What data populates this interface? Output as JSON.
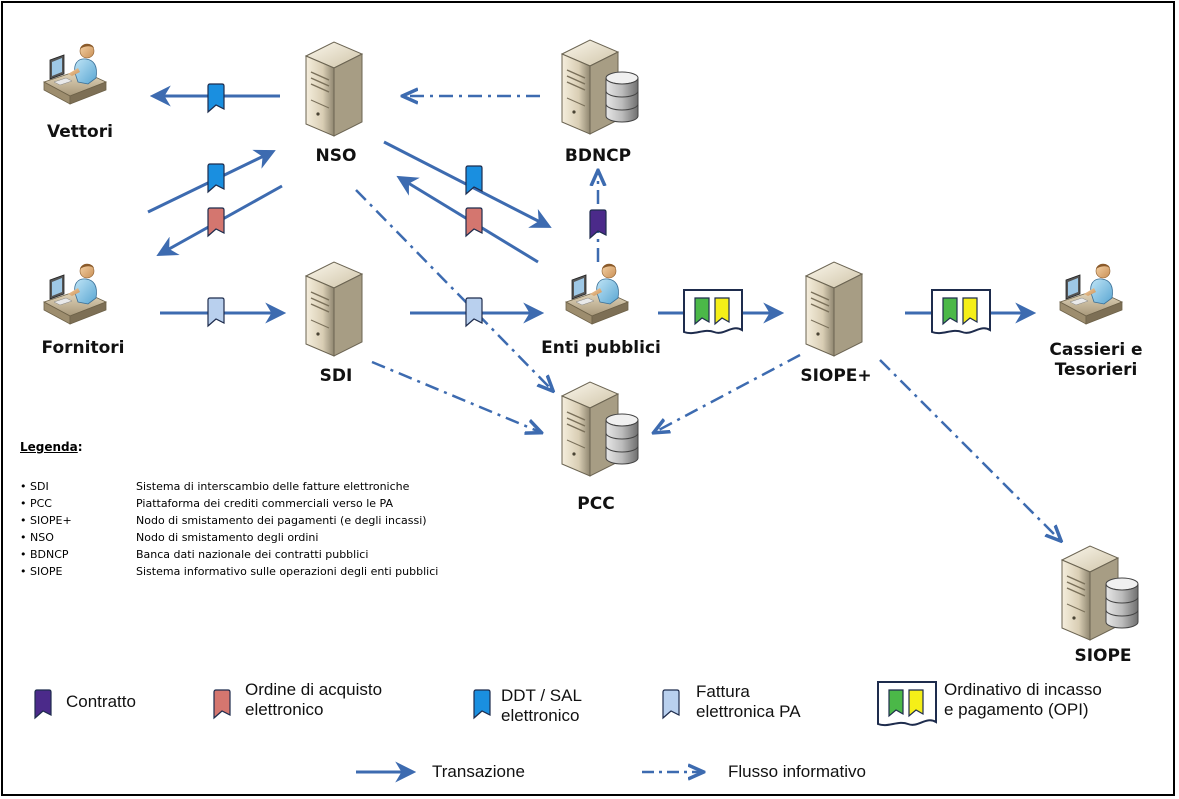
{
  "nodes": {
    "vettori": "Vettori",
    "nso": "NSO",
    "bdncp": "BDNCP",
    "fornitori": "Fornitori",
    "sdi": "SDI",
    "enti": "Enti pubblici",
    "siope_plus": "SIOPE+",
    "cassieri_line1": "Cassieri e",
    "cassieri_line2": "Tesorieri",
    "pcc": "PCC",
    "siope": "SIOPE"
  },
  "legend": {
    "title": "Legenda",
    "title_suffix": ":",
    "rows": [
      {
        "abbr": "• SDI",
        "desc": "Sistema di interscambio delle fatture elettroniche"
      },
      {
        "abbr": "• PCC",
        "desc": "Piattaforma dei crediti commerciali verso le PA"
      },
      {
        "abbr": "• SIOPE+",
        "desc": "Nodo di smistamento dei pagamenti (e degli incassi)"
      },
      {
        "abbr": "• NSO",
        "desc": "Nodo di smistamento degli ordini"
      },
      {
        "abbr": "• BDNCP",
        "desc": "Banca dati nazionale dei contratti pubblici"
      },
      {
        "abbr": "• SIOPE",
        "desc": "Sistema informativo sulle operazioni degli enti pubblici"
      }
    ]
  },
  "doc_types": {
    "contratto": "Contratto",
    "ordine_line1": "Ordine di acquisto",
    "ordine_line2": "elettronico",
    "ddt_line1": "DDT / SAL",
    "ddt_line2": "elettronico",
    "fattura_line1": "Fattura",
    "fattura_line2": "elettronica PA",
    "opi_line1": "Ordinativo di incasso",
    "opi_line2": "e pagamento (OPI)"
  },
  "flows": {
    "transazione": "Transazione",
    "informativo": "Flusso informativo"
  },
  "colors": {
    "arrow": "#3d6bb0",
    "contratto": "#4b2a8a",
    "ordine": "#d4766f",
    "ddt": "#1a8fe0",
    "fattura": "#b9d0ee",
    "opi_green": "#4bb848",
    "opi_yellow": "#f5ef18"
  }
}
